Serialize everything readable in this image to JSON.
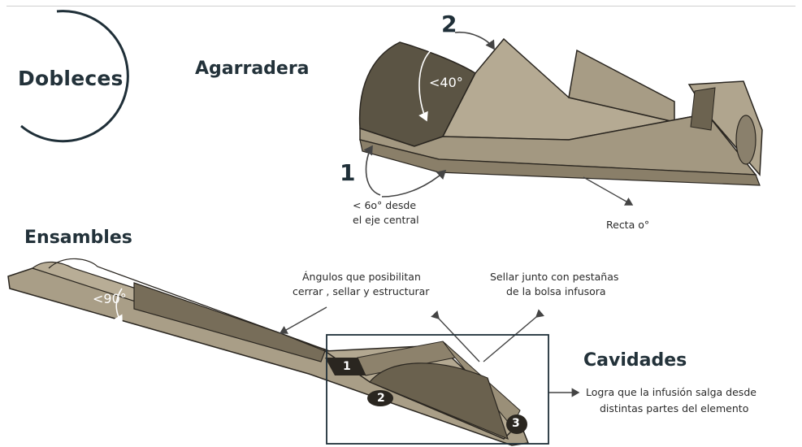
{
  "sections": {
    "dobleces": "Dobleces",
    "agarradera": "Agarradera",
    "ensambles": "Ensambles",
    "cavidades": "Cavidades"
  },
  "agarradera": {
    "fold1_number": "1",
    "fold2_number": "2",
    "fold2_angle": "<40°",
    "fold1_note_line1": "< 6o° desde",
    "fold1_note_line2": "el eje central",
    "straight_note": "Recta o°"
  },
  "ensambles": {
    "angle_label": "<90°",
    "angles_note_line1": "Ángulos que posibilitan",
    "angles_note_line2": "cerrar , sellar y estructurar",
    "seal_note_line1": "Sellar junto con pestañas",
    "seal_note_line2": "de la bolsa infusora",
    "cavity1": "1",
    "cavity2": "2",
    "cavity3": "3"
  },
  "cavidades": {
    "note_line1": "Logra que la infusión salga  desde",
    "note_line2": "distintas partes del elemento"
  },
  "colors": {
    "paper": "#b9ad96",
    "paper_dark": "#6f6450",
    "ink": "#1f2f38"
  }
}
